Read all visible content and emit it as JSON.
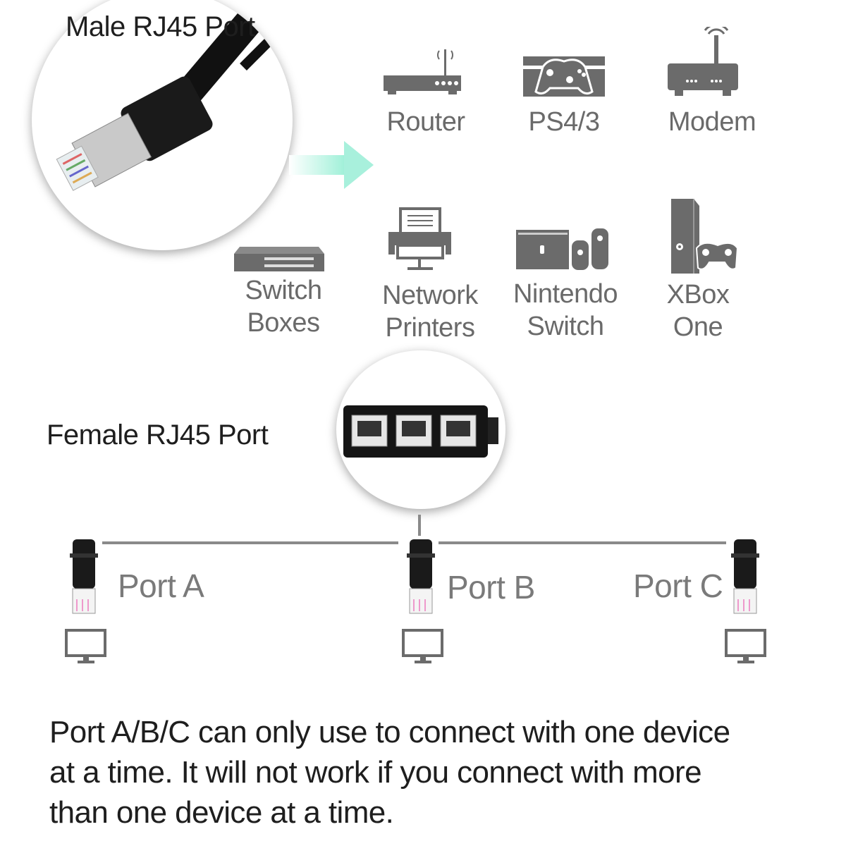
{
  "male_heading": "Male RJ45 Port",
  "female_heading": "Female RJ45 Port",
  "devices": [
    {
      "label": "Router",
      "icon": "router-icon"
    },
    {
      "label": "PS4/3",
      "icon": "gamepad-icon"
    },
    {
      "label": "Modem",
      "icon": "modem-icon"
    },
    {
      "label_line1": "Switch",
      "label_line2": "Boxes",
      "icon": "switch-icon"
    },
    {
      "label_line1": "Network",
      "label_line2": "Printers",
      "icon": "printer-icon"
    },
    {
      "label_line1": "Nintendo",
      "label_line2": "Switch",
      "icon": "nintendo-switch-icon"
    },
    {
      "label_line1": "XBox",
      "label_line2": "One",
      "icon": "xbox-icon"
    }
  ],
  "ports": [
    "Port A",
    "Port B",
    "Port C"
  ],
  "note_lines": [
    "Port A/B/C can only use to connect with one device",
    "at a time. It will not work if you connect with more",
    "than one device at a time."
  ],
  "colors": {
    "icon": "#6b6b6b",
    "arrow": "#a8f0dc",
    "line": "#8a8a8a",
    "text": "#1e1e1e",
    "label": "#6a6a6a"
  }
}
